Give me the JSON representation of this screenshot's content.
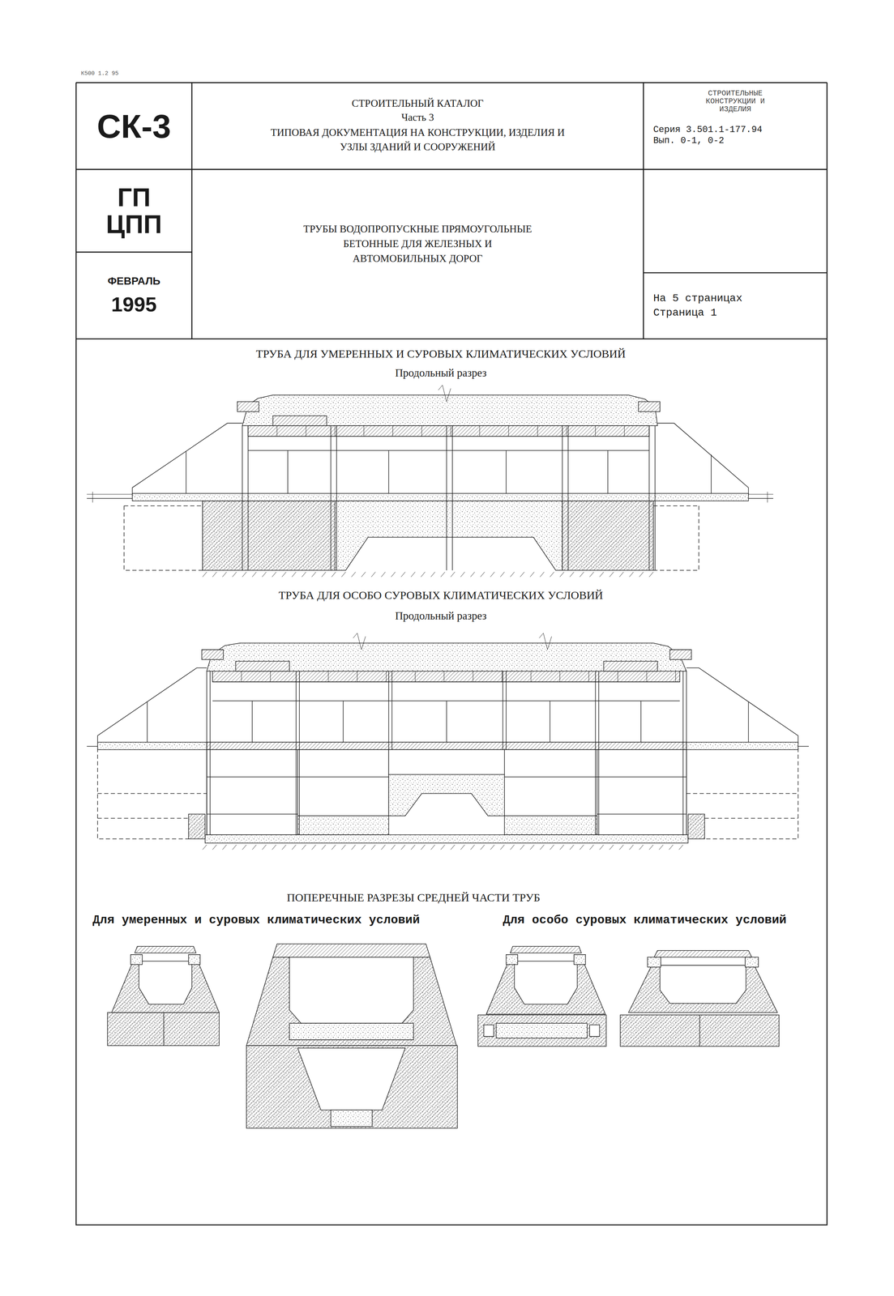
{
  "diagram": {
    "nodes": [
      {
        "text": [
          "СК-3"
        ]
      },
      {
        "text": [
          "СТРОИТЕЛЬНЫЙ КАТАЛОГ",
          "Часть 3",
          "ТИПОВАЯ ДОКУМЕНТАЦИЯ НА КОНСТРУКЦИИ, ИЗДЕЛИЯ И УЗЛЫ ЗДАНИЙ И СООРУЖЕНИЙ"
        ]
      },
      {
        "text": [
          "СТРОИТЕЛЬНЫЕ КОНСТРУКЦИИ И ИЗДЕЛИЯ",
          "Серия 3.501.1-177.94 Вып. 0-1, 0-2"
        ]
      },
      {
        "text": [
          "ГП ЦПП"
        ]
      },
      {
        "text": [
          "ТРУБЫ ВОДОПРОПУСКНЫЕ ПРЯМОУГОЛЬНЫЕ БЕТОННЫЕ ДЛЯ ЖЕЛЕЗНЫХ И АВТОМОБИЛЬНЫХ ДОРОГ"
        ]
      },
      {
        "text": [
          "ФЕВРАЛЬ",
          "1995"
        ]
      },
      {
        "text": [
          "На 5 страницах",
          "Страница 1"
        ]
      }
    ],
    "labels": [
      "К500 1.2 95",
      "ТРУБА ДЛЯ УМЕРЕННЫХ И СУРОВЫХ КЛИМАТИЧЕСКИХ УСЛОВИЙ",
      "Продольный разрез",
      "ТРУБА ДЛЯ ОСОБО СУРОВЫХ КЛИМАТИЧЕСКИХ УСЛОВИЙ",
      "Продольный разрез",
      "ПОПЕРЕЧНЫЕ РАЗРЕЗЫ СРЕДНЕЙ ЧАСТИ ТРУБ",
      "Для умеренных и суровых климатических условий",
      "Для особо суровых климатических условий"
    ]
  }
}
